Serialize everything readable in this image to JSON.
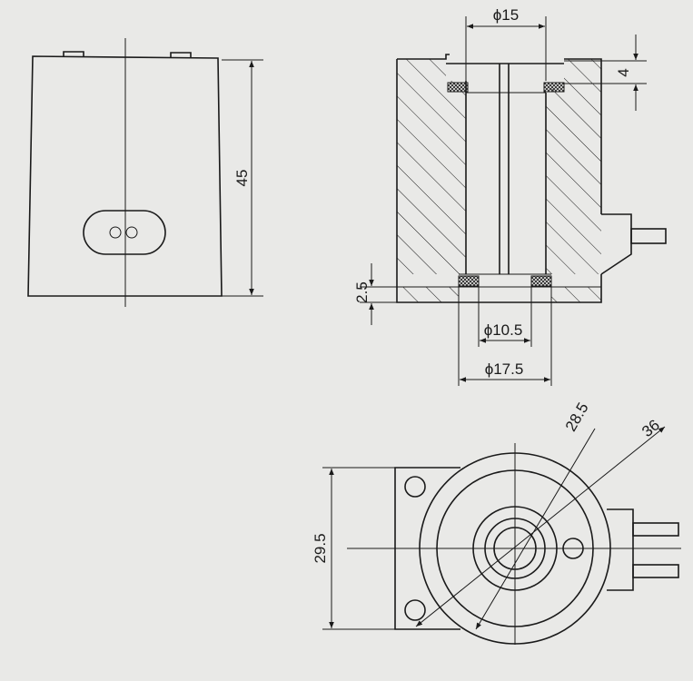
{
  "dimensions": {
    "height_45": "45",
    "bore_15": "ϕ15",
    "seal_4": "4",
    "bottom_2_5": "2.5",
    "bore_10_5": "ϕ10.5",
    "bore_17_5": "ϕ17.5",
    "width_29_5": "29.5",
    "radius_28_5": "28.5",
    "diameter_36": "36"
  }
}
